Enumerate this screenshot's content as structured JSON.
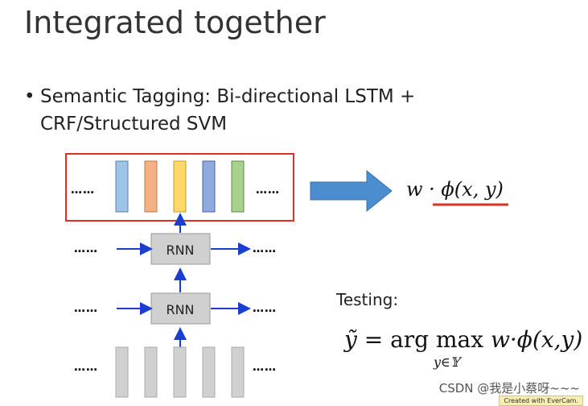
{
  "title": "Integrated together",
  "bullet": {
    "dot": "•",
    "line1": "Semantic Tagging: Bi-directional LSTM +",
    "line2": "CRF/Structured SVM"
  },
  "diagram": {
    "ellipsis": "……",
    "rnn_label": "RNN",
    "output_bar_colors": [
      "#9dc3e6",
      "#f4b183",
      "#ffd966",
      "#8faadc",
      "#a9d18e"
    ],
    "input_bar_color": "#d0d0d0",
    "frame_color": "#e03020",
    "arrow_color": "#1a3fcf",
    "big_arrow_color": "#4a8ed0",
    "underline_color": "#e03020"
  },
  "score_formula": "w · ϕ(x, y)",
  "testing": {
    "label": "Testing:",
    "lhs": "ỹ",
    "eq": " = arg max",
    "rhs": "w·ϕ(x,y)",
    "subscript": "y∈𝕐"
  },
  "watermark": "CSDN @我是小蔡呀~~~",
  "evercam_badge": "Created with EverCam."
}
